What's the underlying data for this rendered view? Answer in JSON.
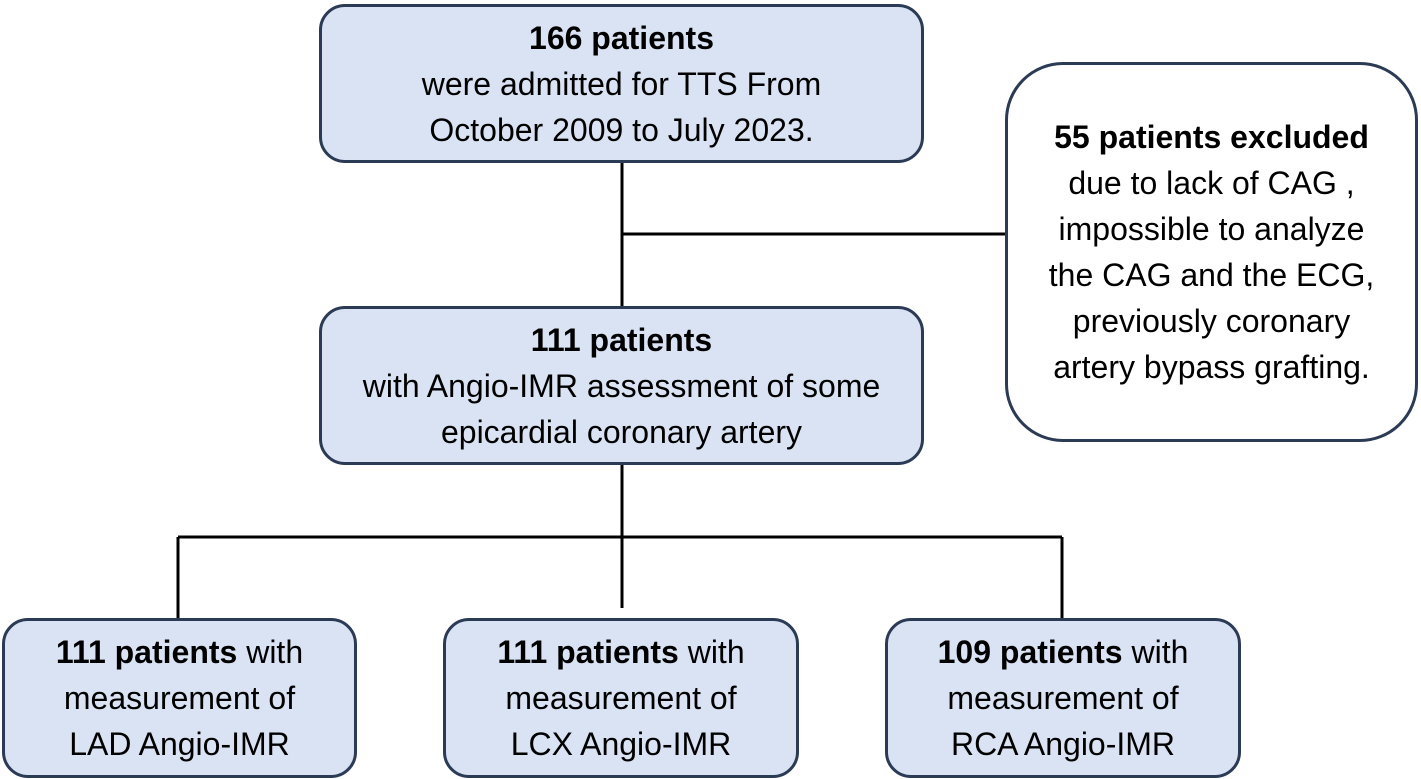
{
  "flowchart": {
    "admitted": {
      "count_label": "166 patients",
      "line2": "were admitted for TTS From",
      "line3": "October 2009 to July 2023."
    },
    "excluded": {
      "count_label": "55 patients excluded",
      "line2": "due to lack of CAG ,",
      "line3": "impossible to analyze",
      "line4": "the CAG and the ECG,",
      "line5": "previously coronary",
      "line6": "artery bypass grafting."
    },
    "angio_imr": {
      "count_label": "111 patients",
      "line2": "with Angio-IMR assessment of some",
      "line3": "epicardial coronary artery"
    },
    "lad": {
      "count_label": "111 patients",
      "count_suffix": " with",
      "line2": "measurement of",
      "line3": "LAD Angio-IMR"
    },
    "lcx": {
      "count_label": "111 patients",
      "count_suffix": " with",
      "line2": "measurement of",
      "line3": "LCX Angio-IMR"
    },
    "rca": {
      "count_label": "109 patients",
      "count_suffix": " with",
      "line2": "measurement of",
      "line3": "RCA Angio-IMR"
    }
  },
  "colors": {
    "box_fill": "#dae3f3",
    "box_border": "#2b3a55",
    "excluded_fill": "#ffffff",
    "connector": "#000000"
  }
}
